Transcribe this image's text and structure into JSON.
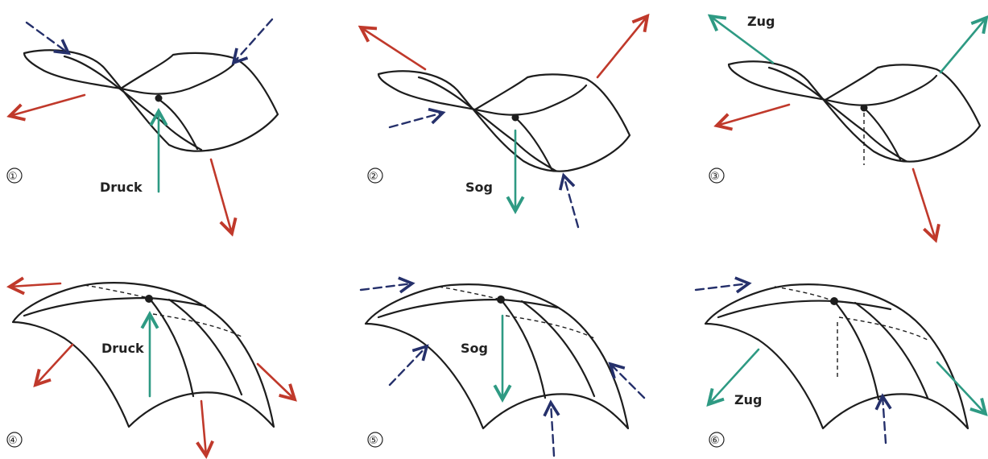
{
  "panels": [
    {
      "number": "①",
      "label": "Druck"
    },
    {
      "number": "②",
      "label": "Sog"
    },
    {
      "number": "③",
      "label": "Zug"
    },
    {
      "number": "④",
      "label": "Druck"
    },
    {
      "number": "⑤",
      "label": "Sog"
    },
    {
      "number": "⑥",
      "label": "Zug"
    }
  ],
  "colors": {
    "red_arrow": "#c0392b",
    "green_arrow": "#2e9a83",
    "blue_arrow": "#25306b",
    "outline": "#1d1d1d"
  }
}
